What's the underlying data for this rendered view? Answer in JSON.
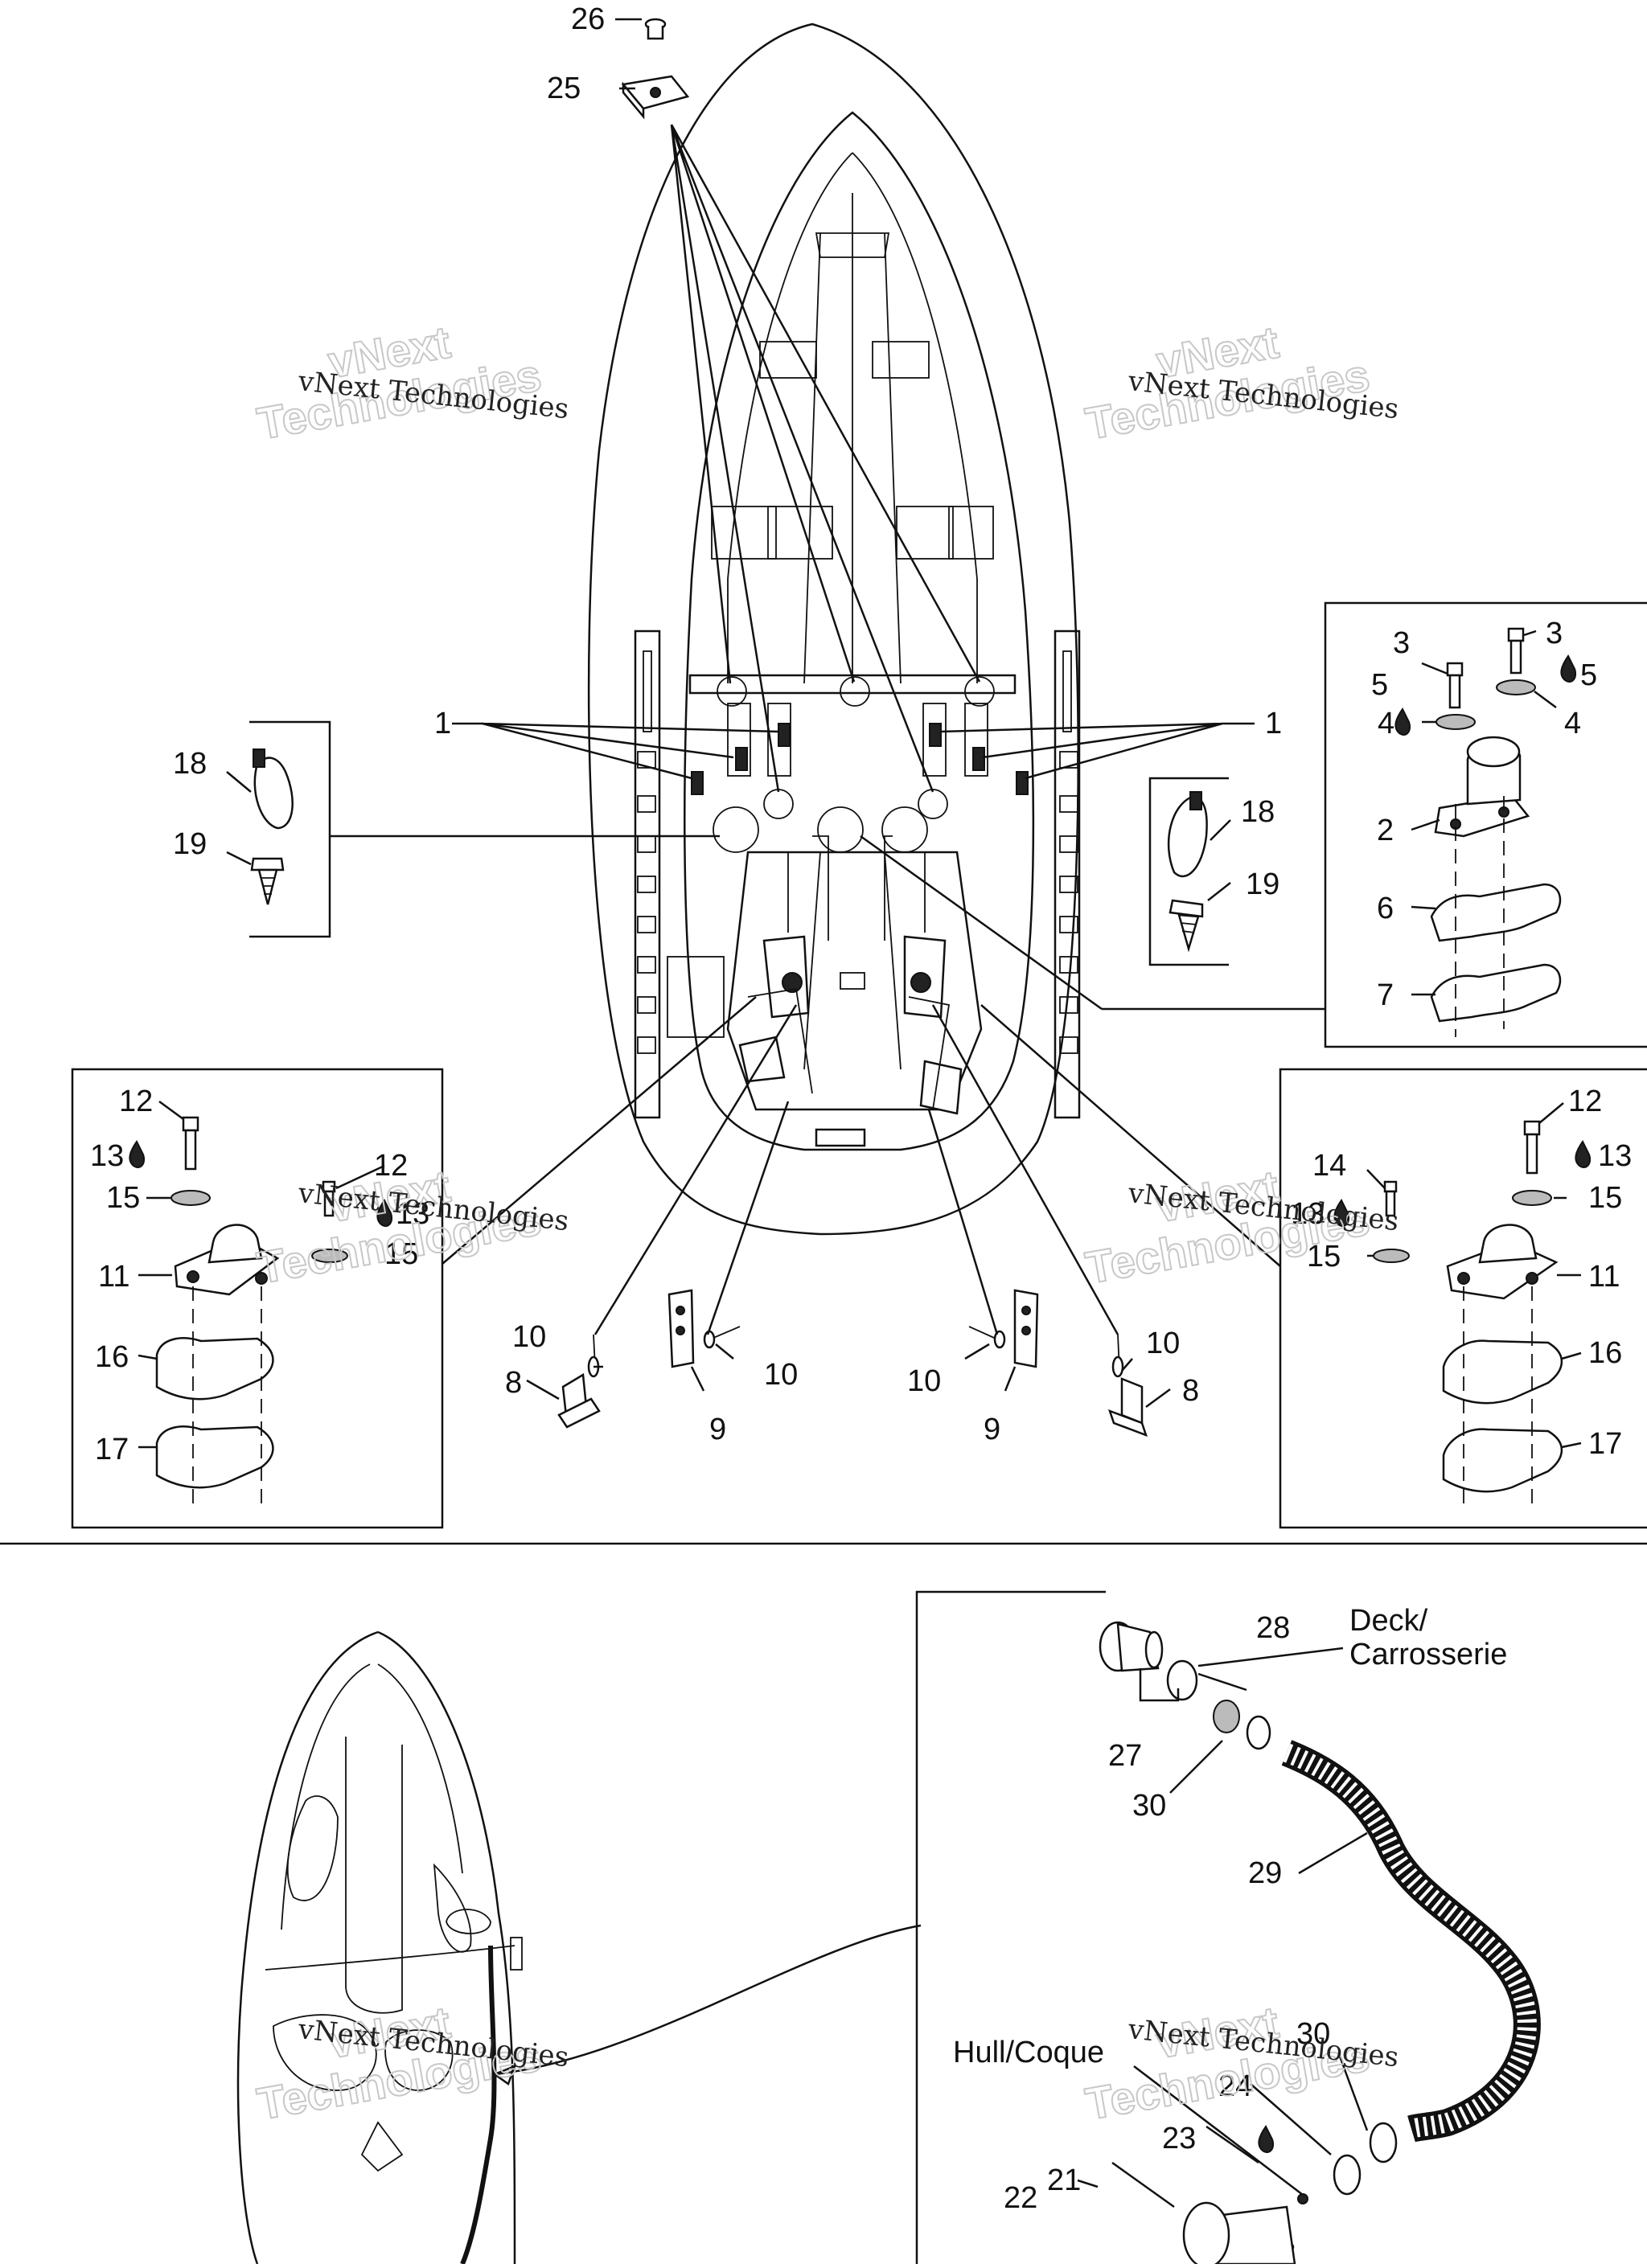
{
  "diagram": {
    "callouts": {
      "n1a": "1",
      "n1b": "1",
      "n2": "2",
      "n3a": "3",
      "n3b": "3",
      "n4a": "4",
      "n4b": "4",
      "n5a": "5",
      "n5b": "5",
      "n6": "6",
      "n7": "7",
      "n8a": "8",
      "n8b": "8",
      "n9a": "9",
      "n9b": "9",
      "n10a": "10",
      "n10b": "10",
      "n10c": "10",
      "n10d": "10",
      "n11a": "11",
      "n11b": "11",
      "n12a": "12",
      "n12b": "12",
      "n12c": "12",
      "n13a": "13",
      "n13b": "13",
      "n13c": "13",
      "n13d": "13",
      "n14": "14",
      "n15a": "15",
      "n15b": "15",
      "n15c": "15",
      "n15d": "15",
      "n16a": "16",
      "n16b": "16",
      "n17a": "17",
      "n17b": "17",
      "n18a": "18",
      "n18b": "18",
      "n19a": "19",
      "n19b": "19",
      "n21": "21",
      "n22": "22",
      "n23": "23",
      "n24": "24",
      "n25": "25",
      "n26": "26",
      "n27": "27",
      "n28": "28",
      "n29": "29",
      "n30a": "30",
      "n30b": "30"
    },
    "labels": {
      "deck_line1": "Deck/",
      "deck_line2": "Carrosserie",
      "hull": "Hull/Coque"
    },
    "watermark": {
      "line1": "vNext Technologies",
      "outline_line1": "vNext",
      "outline_line2": "Technologies"
    },
    "icons": [
      "loctite-drop-icon",
      "cable-tie-icon",
      "screw-icon",
      "bumper-icon",
      "bolt-icon",
      "washer-icon",
      "clamp-icon",
      "hose-icon",
      "fitting-icon"
    ]
  }
}
